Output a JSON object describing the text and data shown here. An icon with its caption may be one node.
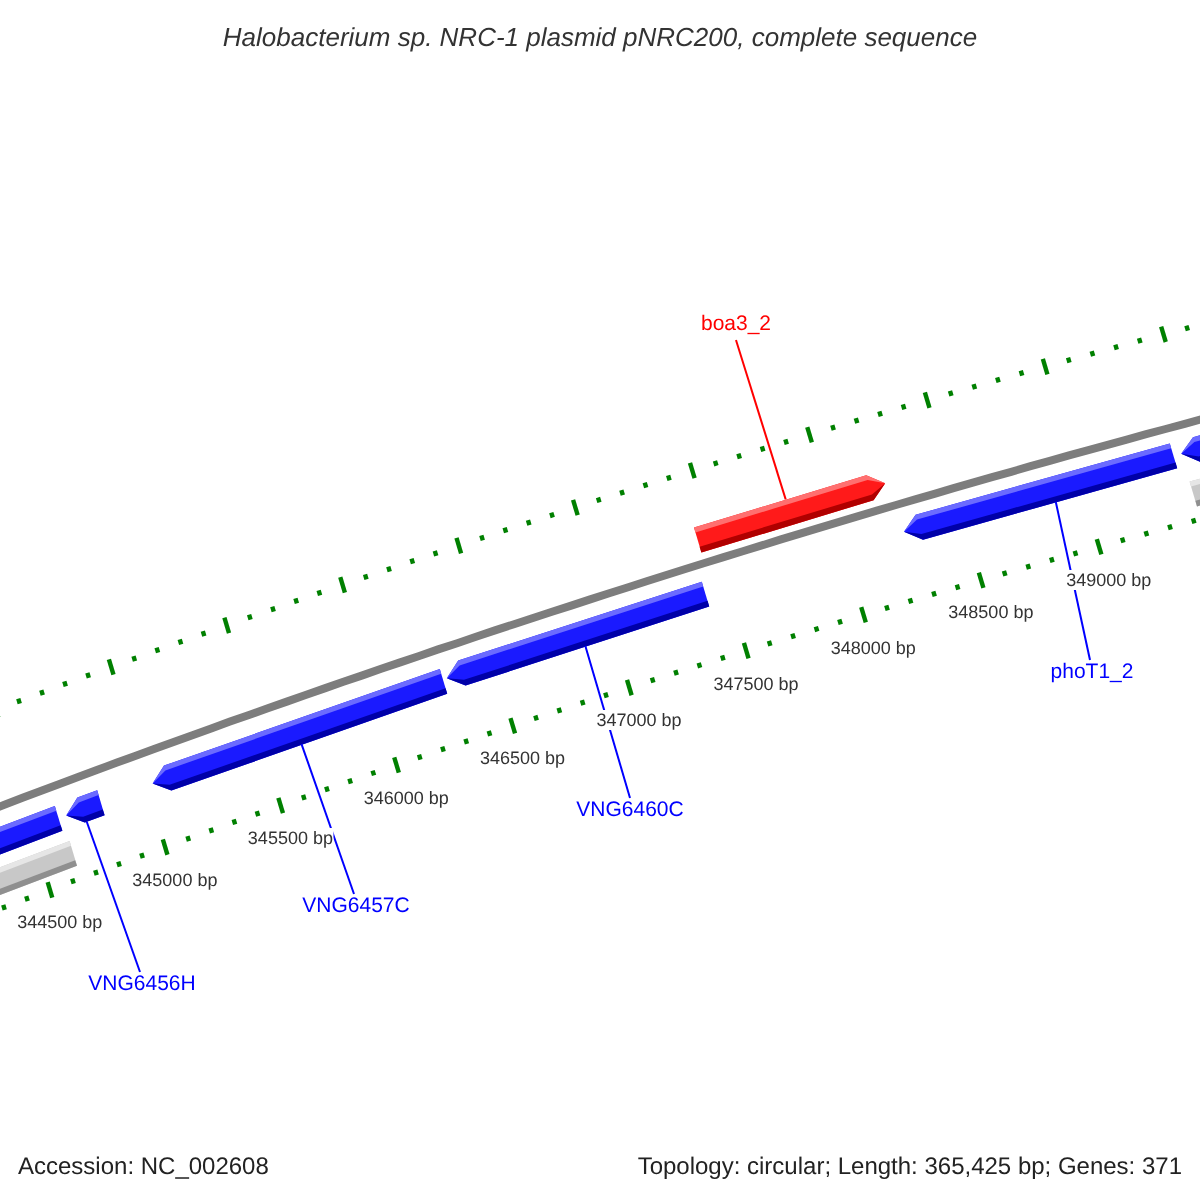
{
  "diagram": {
    "title": "Halobacterium sp. NRC-1 plasmid pNRC200, complete sequence",
    "nodes": [
      {
        "text": [
          "boa3_2"
        ]
      },
      {
        "text": [
          "phoT1_2"
        ]
      },
      {
        "text": [
          "VNG6460C"
        ]
      },
      {
        "text": [
          "VNG6457C"
        ]
      },
      {
        "text": [
          "VNG6456H"
        ]
      },
      {
        "text": [],
        "shape": "bar"
      },
      {
        "text": [],
        "shape": "bar"
      },
      {
        "text": [],
        "shape": "arrow"
      },
      {
        "text": [],
        "shape": "arrow"
      },
      {
        "text": [],
        "shape": "arrow"
      },
      {
        "text": [],
        "shape": "arrow"
      },
      {
        "text": [],
        "shape": "arrow"
      },
      {
        "text": [],
        "shape": "arrow"
      },
      {
        "text": [],
        "shape": "bar"
      }
    ],
    "edges": [
      {
        "from": 0,
        "to": 10,
        "arrow": "none",
        "color": "#ff0000"
      },
      {
        "from": 1,
        "to": 11,
        "arrow": "none"
      },
      {
        "from": 2,
        "to": 9,
        "arrow": "none"
      },
      {
        "from": 3,
        "to": 8,
        "arrow": "none"
      },
      {
        "from": 4,
        "to": 7,
        "arrow": "none"
      }
    ],
    "labels": [
      "344500 bp",
      "345000 bp",
      "345500 bp",
      "346000 bp",
      "346500 bp",
      "347000 bp",
      "347500 bp",
      "348000 bp",
      "348500 bp",
      "349000 bp",
      "Accession: NC_002608",
      "Topology: circular; Length: 365,425 bp; Genes: 371"
    ]
  }
}
